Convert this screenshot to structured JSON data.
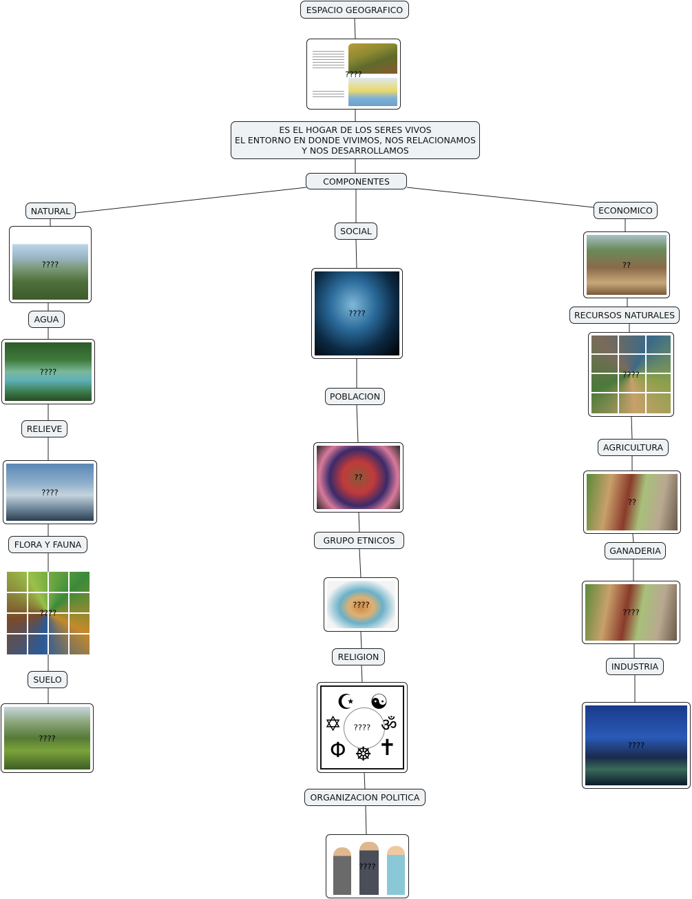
{
  "nodes": {
    "espacio": "ESPACIO GEOGRAFICO",
    "definicion": "ES EL  HOGAR DE LOS SERES VIVOS\nEL ENTORNO EN DONDE VIVIMOS, NOS RELACIONAMOS\nY NOS DESARROLLAMOS",
    "componentes": "COMPONENTES",
    "natural": "NATURAL",
    "social": "SOCIAL",
    "economico": "ECONOMICO",
    "agua": "AGUA",
    "relieve": "RELIEVE",
    "flora_fauna": "FLORA Y FAUNA",
    "suelo": "SUELO",
    "poblacion": "POBLACION",
    "grupo_etnicos": "GRUPO ETNICOS",
    "religion": "RELIGION",
    "organizacion_politica": "ORGANIZACION POLITICA",
    "recursos_naturales": "RECURSOS NATURALES",
    "agricultura": "AGRICULTURA",
    "ganaderia": "GANADERIA",
    "industria": "INDUSTRIA"
  },
  "image_placeholders": {
    "espacio": "????",
    "natural": "????",
    "agua": "????",
    "relieve": "????",
    "flora_fauna": "????",
    "suelo": "????",
    "social": "????",
    "poblacion": "??",
    "grupo_etnicos": "????",
    "religion": "????",
    "organizacion_politica": "????",
    "economico": "??",
    "recursos_naturales": "????",
    "agricultura": "??",
    "ganaderia": "????",
    "industria": "????"
  }
}
